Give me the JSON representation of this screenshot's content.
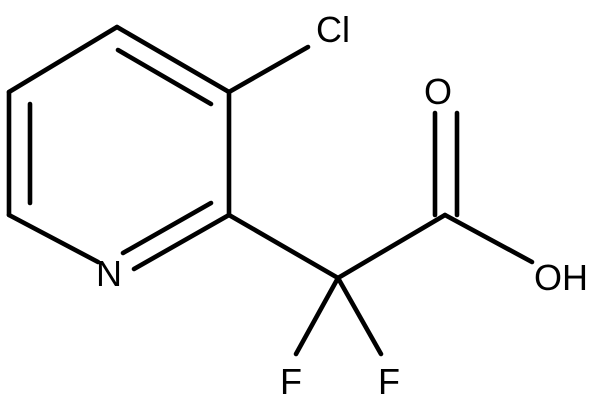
{
  "molecule": {
    "atoms": {
      "cl": "Cl",
      "n": "N",
      "o": "O",
      "oh": "OH",
      "f1": "F",
      "f2": "F"
    },
    "line_color": "#000000",
    "background_color": "#ffffff"
  }
}
